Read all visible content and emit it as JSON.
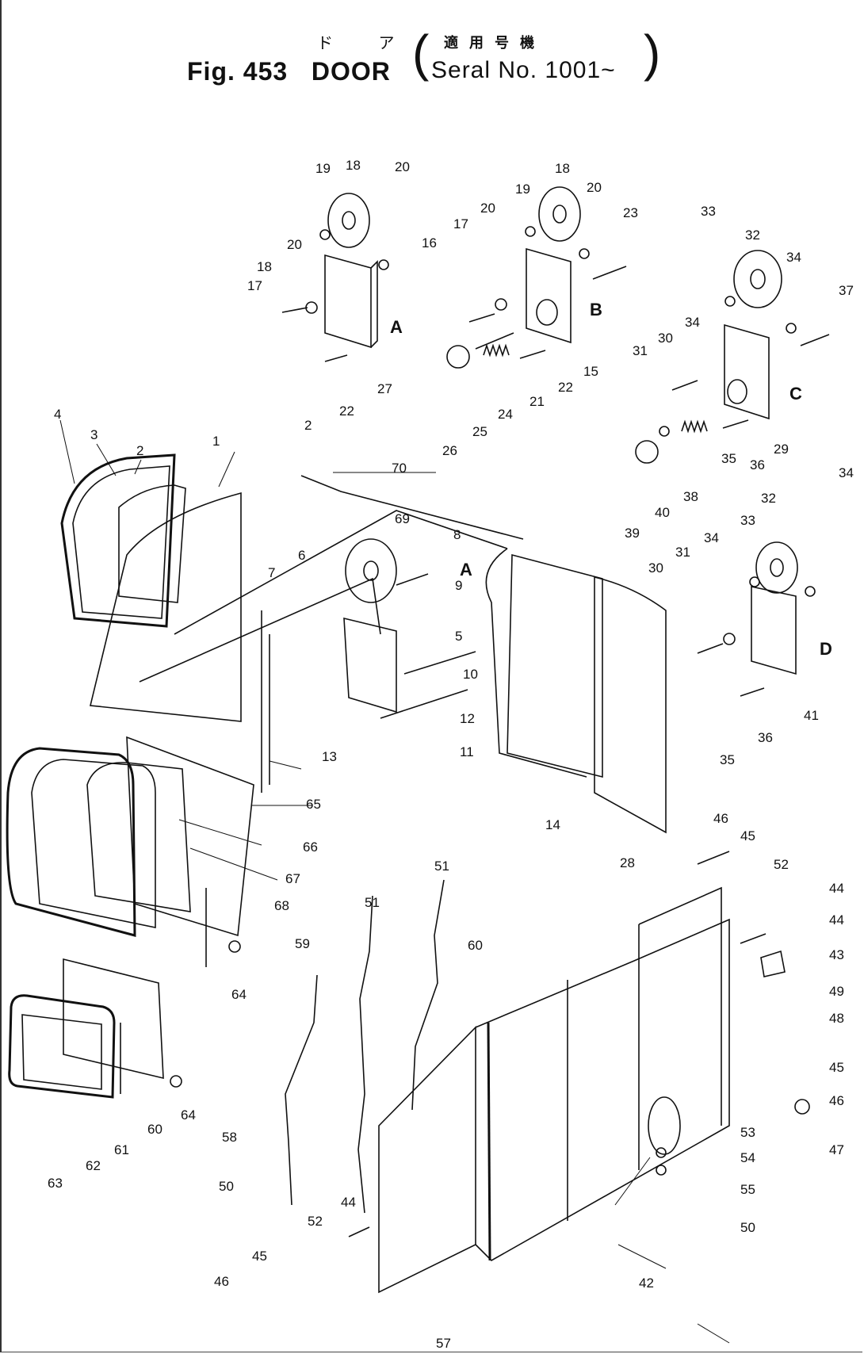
{
  "header": {
    "title_jp": "ド ア",
    "serial_jp": "適用号機",
    "figure": "Fig. 453",
    "name": "DOOR",
    "serial": "Seral No. 1001~"
  },
  "view_labels": [
    "A",
    "B",
    "C",
    "D",
    "A"
  ],
  "callouts": [
    "1",
    "2",
    "3",
    "4",
    "17",
    "18",
    "19",
    "18",
    "20",
    "20",
    "2",
    "22",
    "27",
    "16",
    "17",
    "20",
    "19",
    "18",
    "20",
    "23",
    "26",
    "25",
    "24",
    "21",
    "22",
    "15",
    "33",
    "32",
    "34",
    "37",
    "31",
    "30",
    "34",
    "35",
    "36",
    "29",
    "39",
    "40",
    "38",
    "34",
    "32",
    "33",
    "30",
    "31",
    "34",
    "35",
    "36",
    "41",
    "70",
    "69",
    "6",
    "7",
    "8",
    "9",
    "5",
    "10",
    "12",
    "11",
    "13",
    "14",
    "28",
    "65",
    "66",
    "67",
    "68",
    "64",
    "46",
    "45",
    "52",
    "44",
    "44",
    "43",
    "49",
    "48",
    "45",
    "46",
    "47",
    "51",
    "51",
    "60",
    "59",
    "58",
    "50",
    "63",
    "62",
    "61",
    "60",
    "64",
    "53",
    "54",
    "55",
    "50",
    "52",
    "44",
    "45",
    "46",
    "57",
    "42"
  ]
}
